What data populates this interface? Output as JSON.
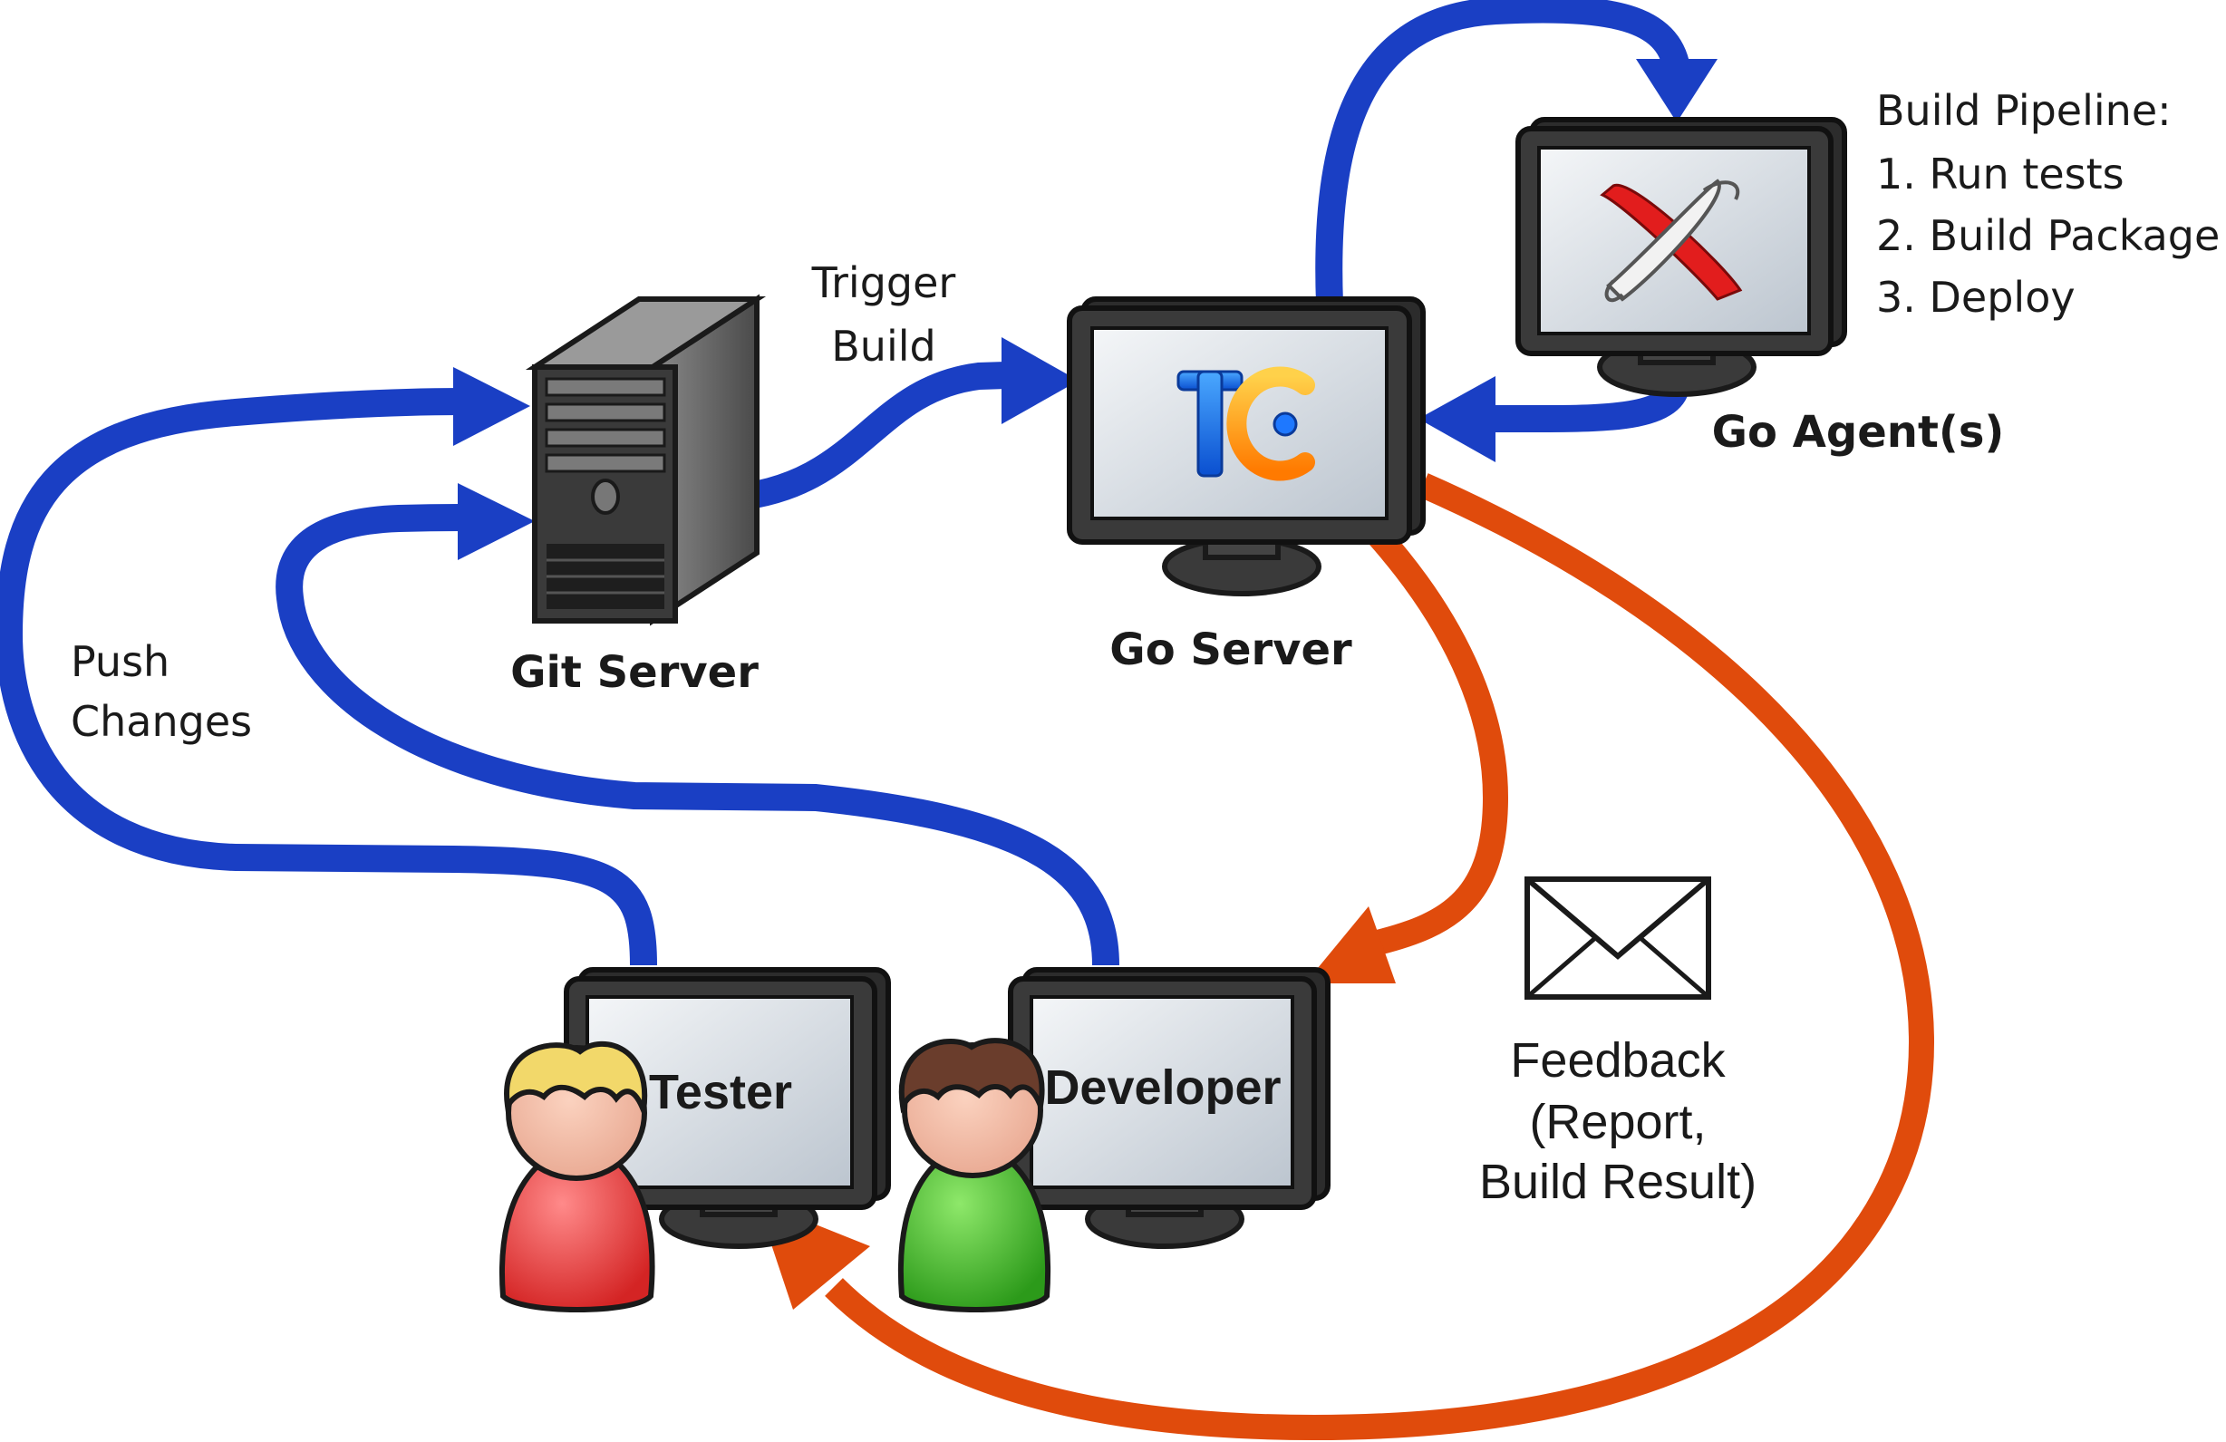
{
  "nodes": {
    "git_server": {
      "label": "Git Server"
    },
    "go_server": {
      "label": "Go Server"
    },
    "go_agents": {
      "label": "Go Agent(s)"
    },
    "tester": {
      "label": "Tester"
    },
    "developer": {
      "label": "Developer"
    }
  },
  "edges": {
    "trigger_build": {
      "line1": "Trigger",
      "line2": "Build"
    },
    "push_changes": {
      "line1": "Push",
      "line2": "Changes"
    },
    "feedback": {
      "line1": "Feedback",
      "line2": "(Report,",
      "line3": "Build Result)"
    }
  },
  "pipeline": {
    "title": "Build Pipeline:",
    "steps": [
      "1. Run tests",
      "2. Build Package",
      "3. Deploy"
    ]
  },
  "icons": {
    "go_server_logo": "teamcity-logo-icon",
    "agent_logo": "build-tool-x-icon",
    "feedback": "envelope-icon"
  },
  "colors": {
    "push_arrows": "#1a3fc4",
    "feedback_arrows": "#e04b0c"
  }
}
